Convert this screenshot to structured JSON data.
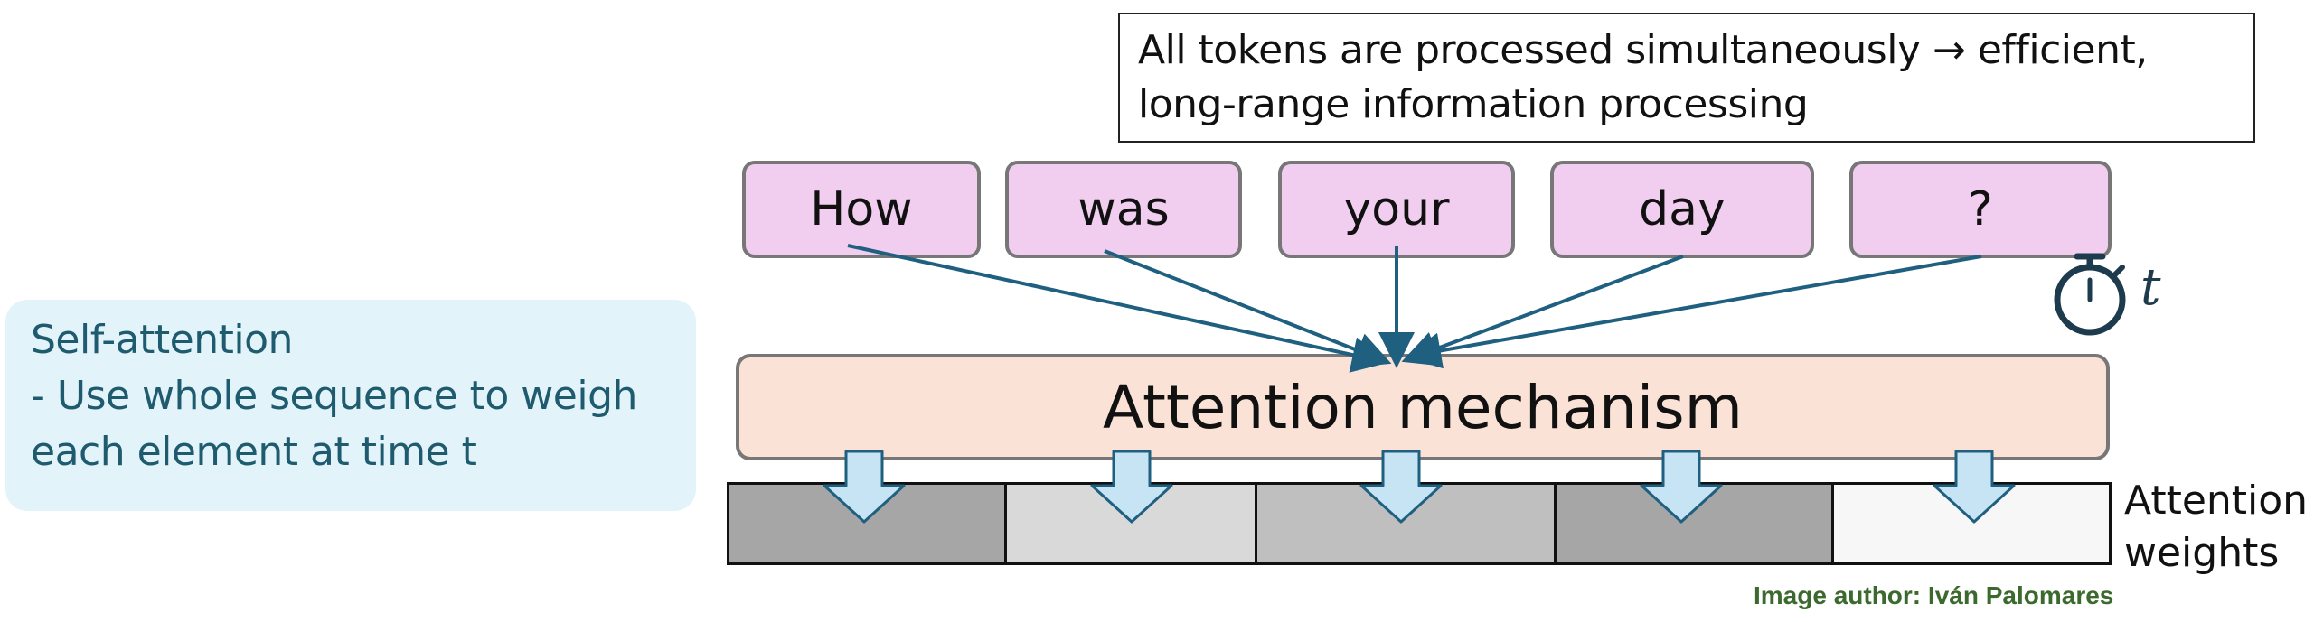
{
  "note": {
    "line1": "All tokens are processed simultaneously → efficient,",
    "line2": "long-range information processing"
  },
  "tokens": [
    {
      "label": "How"
    },
    {
      "label": "was"
    },
    {
      "label": "your"
    },
    {
      "label": "day"
    },
    {
      "label": "?"
    }
  ],
  "attention": {
    "label": "Attention mechanism"
  },
  "weights": {
    "label_line1": "Attention",
    "label_line2": "weights",
    "cells": [
      {
        "shade": "#a6a6a6"
      },
      {
        "shade": "#d9d9d9"
      },
      {
        "shade": "#bfbfbf"
      },
      {
        "shade": "#a6a6a6"
      },
      {
        "shade": "#f7f7f7"
      }
    ]
  },
  "self_attention": {
    "title": "Self-attention",
    "desc_line1": "- Use whole sequence to weigh",
    "desc_line2": "each element at time t"
  },
  "time": {
    "icon": "stopwatch-icon",
    "label": "t"
  },
  "credit": "Image author: Iván Palomares",
  "colors": {
    "token_fill": "#f1cdef",
    "attention_fill": "#fbe2d7",
    "arrow": "#1f5f80",
    "down_arrow_fill": "#c7e4f4",
    "panel_fill": "#e3f3fa",
    "panel_text": "#1f5b6e",
    "credit": "#3c6a2e"
  }
}
